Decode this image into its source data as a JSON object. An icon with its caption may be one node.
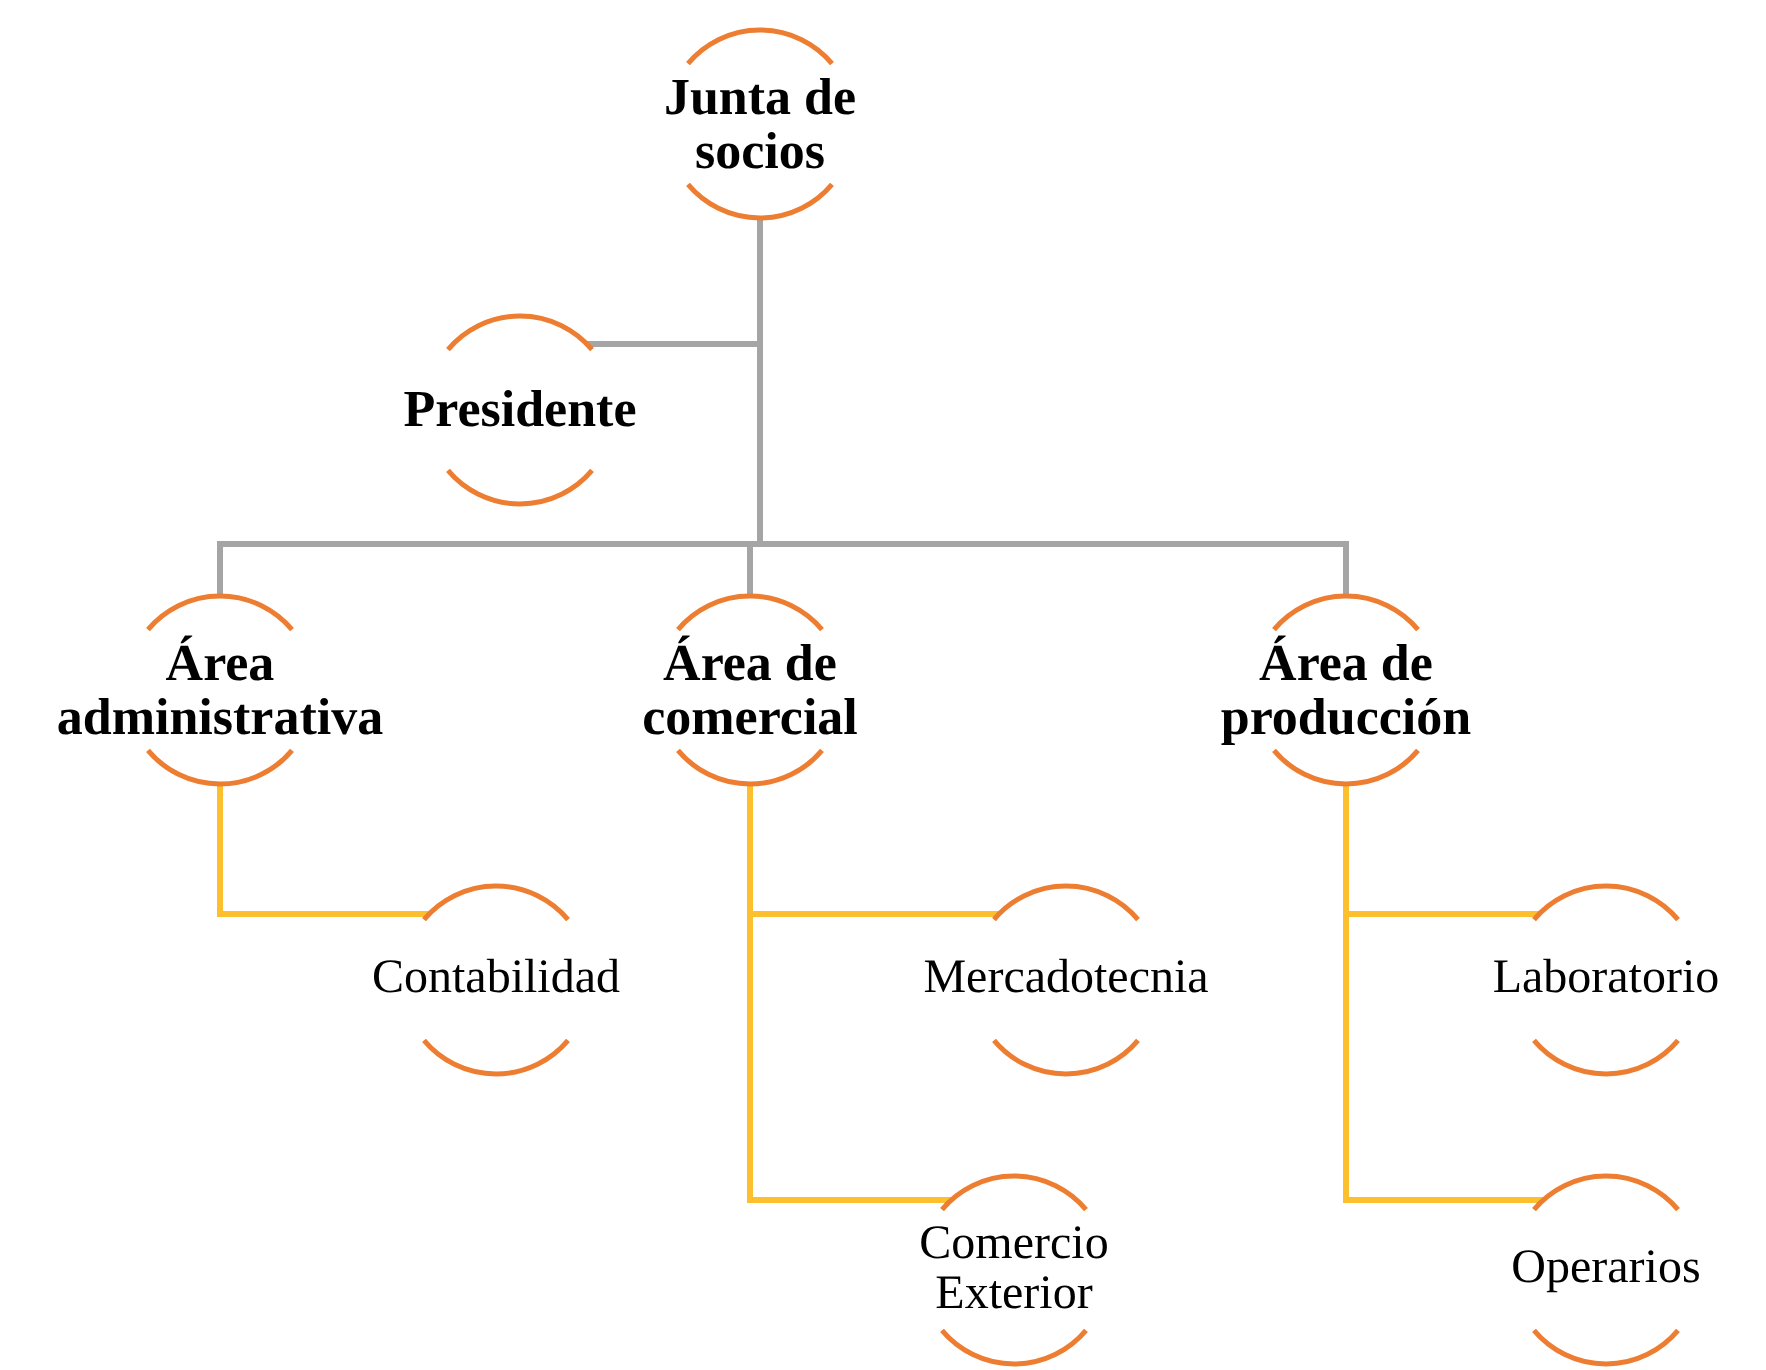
{
  "diagram": {
    "nodes": [
      {
        "text": [
          "Junta de socios"
        ]
      },
      {
        "text": [
          "Presidente"
        ]
      },
      {
        "text": [
          "Área administrativa"
        ]
      },
      {
        "text": [
          "Área de comercial"
        ]
      },
      {
        "text": [
          "Área de producción"
        ]
      },
      {
        "text": [
          "Contabilidad"
        ]
      },
      {
        "text": [
          "Mercadotecnia"
        ]
      },
      {
        "text": [
          "Comercio Exterior"
        ]
      },
      {
        "text": [
          "Laboratorio"
        ]
      },
      {
        "text": [
          "Operarios"
        ]
      }
    ],
    "edges": [
      {
        "from": 0,
        "to": 1,
        "arrow": "none",
        "color": "#a5a5a5"
      },
      {
        "from": 0,
        "to": 2,
        "arrow": "none",
        "color": "#a5a5a5"
      },
      {
        "from": 0,
        "to": 3,
        "arrow": "none",
        "color": "#a5a5a5"
      },
      {
        "from": 0,
        "to": 4,
        "arrow": "none",
        "color": "#a5a5a5"
      },
      {
        "from": 2,
        "to": 5,
        "arrow": "none"
      },
      {
        "from": 3,
        "to": 6,
        "arrow": "none"
      },
      {
        "from": 3,
        "to": 7,
        "arrow": "none"
      },
      {
        "from": 4,
        "to": 8,
        "arrow": "none"
      },
      {
        "from": 4,
        "to": 9,
        "arrow": "none"
      }
    ]
  }
}
